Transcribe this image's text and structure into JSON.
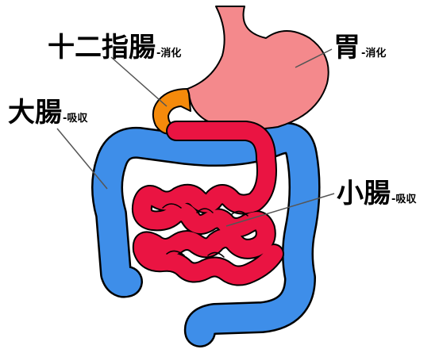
{
  "labels": {
    "duodenum": {
      "name": "十二指腸",
      "function": "-消化"
    },
    "stomach": {
      "name": "胃",
      "function": "-消化"
    },
    "large_intestine": {
      "name": "大腸",
      "function": "-吸収"
    },
    "small_intestine": {
      "name": "小腸",
      "function": "-吸収"
    }
  },
  "colors": {
    "stomach": "#f4898c",
    "duodenum": "#f58a0b",
    "large_intestine": "#3e8ee9",
    "small_intestine": "#ea1442",
    "outline": "#000000",
    "leader_line": "#555555"
  }
}
